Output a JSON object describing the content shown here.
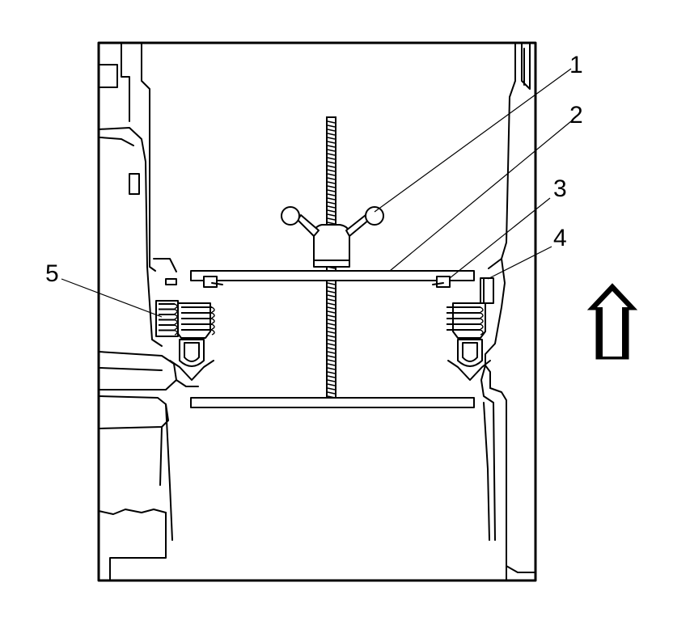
{
  "callouts": [
    {
      "label": "1"
    },
    {
      "label": "2"
    },
    {
      "label": "3"
    },
    {
      "label": "4"
    },
    {
      "label": "5"
    }
  ],
  "colors": {
    "line": "#000000",
    "background": "#ffffff"
  },
  "icons": {
    "direction": "up-arrow-icon"
  }
}
